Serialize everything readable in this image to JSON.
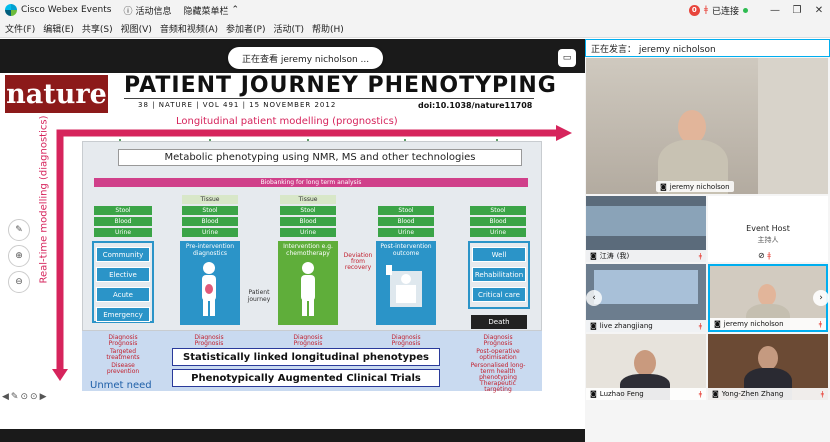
{
  "titlebar": {
    "app_name": "Cisco Webex Events",
    "event_info": "活动信息",
    "hide_menu": "隐藏菜单栏",
    "record_count": "0",
    "connected": "已连接",
    "minimize": "—",
    "restore": "❐",
    "close": "✕"
  },
  "menu": [
    "文件(F)",
    "编辑(E)",
    "共享(S)",
    "视图(V)",
    "音频和视频(A)",
    "参加者(P)",
    "活动(T)",
    "帮助(H)"
  ],
  "viewing_label": "正在查看 jeremy nicholson ...",
  "speaking_label": "正在发言：  jeremy nicholson",
  "slide": {
    "logo": "nature",
    "title": "PATIENT JOURNEY PHENOTYPING",
    "issue": "38 | NATURE | VOL 491 | 15 NOVEMBER 2012",
    "doi": "doi:10.1038/nature11708",
    "longitudinal": "Longitudinal patient modelling (prognostics)",
    "realtime": "Real-time modelling (diagnostics)",
    "metabolic": "Metabolic phenotyping using NMR, MS and other technologies",
    "biobanking": "Biobanking for long term analysis",
    "tissue": "Tissue",
    "stool": "Stool",
    "blood": "Blood",
    "urine": "Urine",
    "categories": [
      "Community",
      "Elective",
      "Acute",
      "Emergency"
    ],
    "pre": "Pre-intervention diagnostics",
    "intervention": "Intervention e.g. chemotherapy",
    "post": "Post-intervention outcome",
    "patient_journey": "Patient journey",
    "deviation": "Deviation from recovery",
    "outcomes": [
      "Well",
      "Rehabilitation",
      "Critical care"
    ],
    "death": "Death",
    "diag_prog": "Diagnosis Prognosis",
    "targeted": "Targeted treatments",
    "disease_prev": "Disease prevention",
    "post_op": "Post-operative optimisation",
    "personalised": "Personalised long-term health phenotyping",
    "therapeutic": "Therapeutic targeting",
    "statistically": "Statistically linked longitudinal phenotypes",
    "phenotypically": "Phenotypically Augmented Clinical Trials",
    "unmet": "Unmet need"
  },
  "participants": [
    {
      "name": "jeremy nicholson"
    },
    {
      "name": "江涛",
      "suffix": "(我)"
    },
    {
      "name": "Event Host",
      "role": "主持人"
    },
    {
      "name": "live zhangjiang"
    },
    {
      "name": "jeremy nicholson"
    },
    {
      "name": "Luzhao Feng"
    },
    {
      "name": "Yong-Zhen Zhang"
    }
  ],
  "colors": {
    "accent": "#00aeef",
    "pink": "#d6245c",
    "blue": "#2b94c8",
    "green": "#3ba447"
  }
}
